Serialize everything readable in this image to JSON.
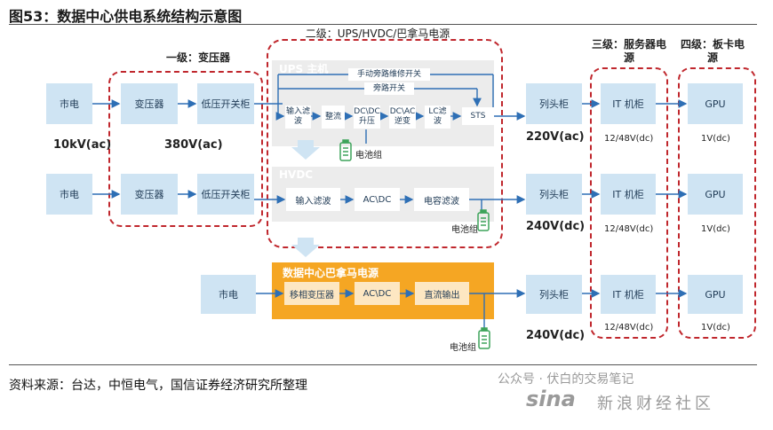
{
  "figure_title": "图53：数据中心供电系统结构示意图",
  "headers": {
    "level1": "一级：变压器",
    "level2": "二级：UPS/HVDC/巴拿马电源",
    "level3": "三级：服务器电源",
    "level4": "四级：板卡电源"
  },
  "panels": {
    "ups": "UPS 主机",
    "hvdc": "HVDC",
    "panama": "数据中心巴拿马电源"
  },
  "rows": {
    "r1": {
      "grid": "市电",
      "transformer": "变压器",
      "lv_cabinet": "低压开关柜",
      "maint_bypass": "手动旁路维修开关",
      "bypass": "旁路开关",
      "input_filter": "输入滤波",
      "rectifier": "整流",
      "dcdc": "DC\\DC升压",
      "dcac": "DC\\AC逆变",
      "lc": "LC滤波",
      "sts": "STS",
      "battery": "电池组",
      "column_cabinet": "列头柜",
      "it_cabinet": "IT 机柜",
      "gpu": "GPU",
      "v_grid": "10kV(ac)",
      "v_lv": "380V(ac)",
      "v_out": "220V(ac)",
      "v_server": "12/48V(dc)",
      "v_board": "1V(dc)"
    },
    "r2": {
      "grid": "市电",
      "transformer": "变压器",
      "lv_cabinet": "低压开关柜",
      "input_filter": "输入滤波",
      "acdc": "AC\\DC",
      "cap_filter": "电容滤波",
      "battery": "电池组",
      "column_cabinet": "列头柜",
      "it_cabinet": "IT 机柜",
      "gpu": "GPU",
      "v_out": "240V(dc)",
      "v_server": "12/48V(dc)",
      "v_board": "1V(dc)"
    },
    "r3": {
      "grid": "市电",
      "phase_transformer": "移相变压器",
      "acdc": "AC\\DC",
      "dc_out": "直流输出",
      "battery": "电池组",
      "column_cabinet": "列头柜",
      "it_cabinet": "IT 机柜",
      "gpu": "GPU",
      "v_out": "240V(dc)",
      "v_server": "12/48V(dc)",
      "v_board": "1V(dc)"
    }
  },
  "source": "资料来源：台达，中恒电气，国信证券经济研究所整理",
  "watermark": {
    "account": "公众号 · 伏白的交易笔记",
    "sina": "sina",
    "sina_cn": "新浪财经社区"
  },
  "colors": {
    "box": "#cfe4f3",
    "dash": "#c0272d",
    "panel": "#ececec",
    "panama": "#f5a623",
    "arrow": "#2e6fb5",
    "battery": "#3da35a"
  }
}
